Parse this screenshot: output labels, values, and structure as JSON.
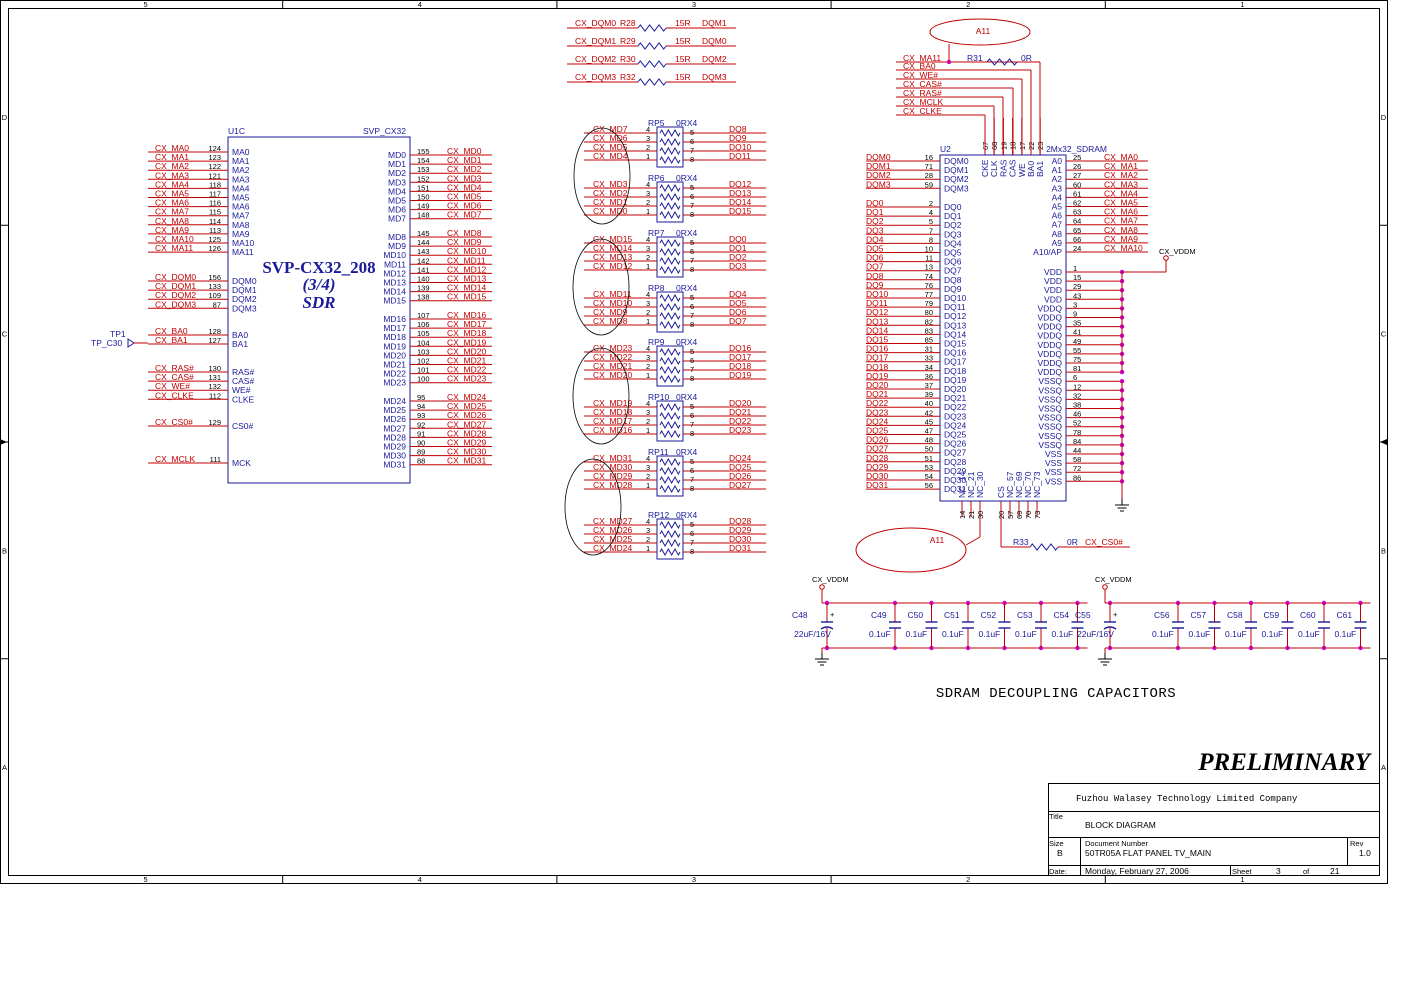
{
  "frame": {
    "cols": [
      "5",
      "4",
      "3",
      "2",
      "1"
    ],
    "rows": [
      "D",
      "C",
      "B",
      "A"
    ]
  },
  "colors": {
    "net": "#c00000",
    "part": "#1a1a9a",
    "junction": "#cc00cc"
  },
  "u1c": {
    "ref": "U1C",
    "part": "SVP_CX32",
    "title": [
      "SVP-CX32_208",
      "(3/4)",
      "SDR"
    ],
    "left_pins": [
      [
        "CX_MA0",
        "124",
        "MA0"
      ],
      [
        "CX_MA1",
        "123",
        "MA1"
      ],
      [
        "CX_MA2",
        "122",
        "MA2"
      ],
      [
        "CX_MA3",
        "121",
        "MA3"
      ],
      [
        "CX_MA4",
        "118",
        "MA4"
      ],
      [
        "CX_MA5",
        "117",
        "MA5"
      ],
      [
        "CX_MA6",
        "116",
        "MA6"
      ],
      [
        "CX_MA7",
        "115",
        "MA7"
      ],
      [
        "CX_MA8",
        "114",
        "MA8"
      ],
      [
        "CX_MA9",
        "113",
        "MA9"
      ],
      [
        "CX_MA10",
        "125",
        "MA10"
      ],
      [
        "CX_MA11",
        "126",
        "MA11"
      ],
      [
        "CX_DQM0",
        "156",
        "DQM0"
      ],
      [
        "CX_DQM1",
        "133",
        "DQM1"
      ],
      [
        "CX_DQM2",
        "109",
        "DQM2"
      ],
      [
        "CX_DQM3",
        "87",
        "DQM3"
      ],
      [
        "CX_BA0",
        "128",
        "BA0"
      ],
      [
        "CX_BA1",
        "127",
        "BA1"
      ],
      [
        "CX_RAS#",
        "130",
        "RAS#"
      ],
      [
        "CX_CAS#",
        "131",
        "CAS#"
      ],
      [
        "CX_WE#",
        "132",
        "WE#"
      ],
      [
        "CX_CLKE",
        "112",
        "CLKE"
      ],
      [
        "CX_CS0#",
        "129",
        "CS0#"
      ],
      [
        "CX_MCLK",
        "111",
        "MCK"
      ]
    ],
    "right_pins": [
      [
        "MD0",
        "155",
        "CX_MD0"
      ],
      [
        "MD1",
        "154",
        "CX_MD1"
      ],
      [
        "MD2",
        "153",
        "CX_MD2"
      ],
      [
        "MD3",
        "152",
        "CX_MD3"
      ],
      [
        "MD4",
        "151",
        "CX_MD4"
      ],
      [
        "MD5",
        "150",
        "CX_MD5"
      ],
      [
        "MD6",
        "149",
        "CX_MD6"
      ],
      [
        "MD7",
        "148",
        "CX_MD7"
      ],
      [
        "MD8",
        "145",
        "CX_MD8"
      ],
      [
        "MD9",
        "144",
        "CX_MD9"
      ],
      [
        "MD10",
        "143",
        "CX_MD10"
      ],
      [
        "MD11",
        "142",
        "CX_MD11"
      ],
      [
        "MD12",
        "141",
        "CX_MD12"
      ],
      [
        "MD13",
        "140",
        "CX_MD13"
      ],
      [
        "MD14",
        "139",
        "CX_MD14"
      ],
      [
        "MD15",
        "138",
        "CX_MD15"
      ],
      [
        "MD16",
        "107",
        "CX_MD16"
      ],
      [
        "MD17",
        "106",
        "CX_MD17"
      ],
      [
        "MD18",
        "105",
        "CX_MD18"
      ],
      [
        "MD19",
        "104",
        "CX_MD19"
      ],
      [
        "MD20",
        "103",
        "CX_MD20"
      ],
      [
        "MD21",
        "102",
        "CX_MD21"
      ],
      [
        "MD22",
        "101",
        "CX_MD22"
      ],
      [
        "MD23",
        "100",
        "CX_MD23"
      ],
      [
        "MD24",
        "95",
        "CX_MD24"
      ],
      [
        "MD25",
        "94",
        "CX_MD25"
      ],
      [
        "MD26",
        "93",
        "CX_MD26"
      ],
      [
        "MD27",
        "92",
        "CX_MD27"
      ],
      [
        "MD28",
        "91",
        "CX_MD28"
      ],
      [
        "MD29",
        "90",
        "CX_MD29"
      ],
      [
        "MD30",
        "89",
        "CX_MD30"
      ],
      [
        "MD31",
        "88",
        "CX_MD31"
      ]
    ],
    "tp": {
      "ref": "TP1",
      "net": "TP_C30"
    }
  },
  "dqm_resistors": [
    [
      "CX_DQM0",
      "R28",
      "15R",
      "DQM1"
    ],
    [
      "CX_DQM1",
      "R29",
      "15R",
      "DQM0"
    ],
    [
      "CX_DQM2",
      "R30",
      "15R",
      "DQM2"
    ],
    [
      "CX_DQM3",
      "R32",
      "15R",
      "DQM3"
    ]
  ],
  "resistor_packs": [
    {
      "ref": "RP5",
      "value": "0RX4",
      "rows": [
        [
          "CX_MD7",
          "4",
          "5",
          "DQ8"
        ],
        [
          "CX_MD6",
          "3",
          "6",
          "DQ9"
        ],
        [
          "CX_MD5",
          "2",
          "7",
          "DQ10"
        ],
        [
          "CX_MD4",
          "1",
          "8",
          "DQ11"
        ]
      ]
    },
    {
      "ref": "RP6",
      "value": "0RX4",
      "rows": [
        [
          "CX_MD3",
          "4",
          "5",
          "DQ12"
        ],
        [
          "CX_MD2",
          "3",
          "6",
          "DQ13"
        ],
        [
          "CX_MD1",
          "2",
          "7",
          "DQ14"
        ],
        [
          "CX_MD0",
          "1",
          "8",
          "DQ15"
        ]
      ]
    },
    {
      "ref": "RP7",
      "value": "0RX4",
      "rows": [
        [
          "CX_MD15",
          "4",
          "5",
          "DQ0"
        ],
        [
          "CX_MD14",
          "3",
          "6",
          "DQ1"
        ],
        [
          "CX_MD13",
          "2",
          "7",
          "DQ2"
        ],
        [
          "CX_MD12",
          "1",
          "8",
          "DQ3"
        ]
      ]
    },
    {
      "ref": "RP8",
      "value": "0RX4",
      "rows": [
        [
          "CX_MD11",
          "4",
          "5",
          "DQ4"
        ],
        [
          "CX_MD10",
          "3",
          "6",
          "DQ5"
        ],
        [
          "CX_MD9",
          "2",
          "7",
          "DQ6"
        ],
        [
          "CX_MD8",
          "1",
          "8",
          "DQ7"
        ]
      ]
    },
    {
      "ref": "RP9",
      "value": "0RX4",
      "rows": [
        [
          "CX_MD23",
          "4",
          "5",
          "DQ16"
        ],
        [
          "CX_MD22",
          "3",
          "6",
          "DQ17"
        ],
        [
          "CX_MD21",
          "2",
          "7",
          "DQ18"
        ],
        [
          "CX_MD20",
          "1",
          "8",
          "DQ19"
        ]
      ]
    },
    {
      "ref": "RP10",
      "value": "0RX4",
      "rows": [
        [
          "CX_MD19",
          "4",
          "5",
          "DQ20"
        ],
        [
          "CX_MD18",
          "3",
          "6",
          "DQ21"
        ],
        [
          "CX_MD17",
          "2",
          "7",
          "DQ22"
        ],
        [
          "CX_MD16",
          "1",
          "8",
          "DQ23"
        ]
      ]
    },
    {
      "ref": "RP11",
      "value": "0RX4",
      "rows": [
        [
          "CX_MD31",
          "4",
          "5",
          "DQ24"
        ],
        [
          "CX_MD30",
          "3",
          "6",
          "DQ25"
        ],
        [
          "CX_MD29",
          "2",
          "7",
          "DQ26"
        ],
        [
          "CX_MD28",
          "1",
          "8",
          "DQ27"
        ]
      ]
    },
    {
      "ref": "RP12",
      "value": "0RX4",
      "rows": [
        [
          "CX_MD27",
          "4",
          "5",
          "DQ28"
        ],
        [
          "CX_MD26",
          "3",
          "6",
          "DQ29"
        ],
        [
          "CX_MD25",
          "2",
          "7",
          "DQ30"
        ],
        [
          "CX_MD24",
          "1",
          "8",
          "DQ31"
        ]
      ]
    }
  ],
  "u2": {
    "ref": "U2",
    "part": "2Mx32_SDRAM",
    "left_pins": [
      [
        "DQM0",
        "16",
        "DQM0"
      ],
      [
        "DQM1",
        "71",
        "DQM1"
      ],
      [
        "DQM2",
        "28",
        "DQM2"
      ],
      [
        "DQM3",
        "59",
        "DQM3"
      ],
      [
        "DQ0",
        "2",
        "DQ0"
      ],
      [
        "DQ1",
        "4",
        "DQ1"
      ],
      [
        "DQ2",
        "5",
        "DQ2"
      ],
      [
        "DQ3",
        "7",
        "DQ3"
      ],
      [
        "DQ4",
        "8",
        "DQ4"
      ],
      [
        "DQ5",
        "10",
        "DQ5"
      ],
      [
        "DQ6",
        "11",
        "DQ6"
      ],
      [
        "DQ7",
        "13",
        "DQ7"
      ],
      [
        "DQ8",
        "74",
        "DQ8"
      ],
      [
        "DQ9",
        "76",
        "DQ9"
      ],
      [
        "DQ10",
        "77",
        "DQ10"
      ],
      [
        "DQ11",
        "79",
        "DQ11"
      ],
      [
        "DQ12",
        "80",
        "DQ12"
      ],
      [
        "DQ13",
        "82",
        "DQ13"
      ],
      [
        "DQ14",
        "83",
        "DQ14"
      ],
      [
        "DQ15",
        "85",
        "DQ15"
      ],
      [
        "DQ16",
        "31",
        "DQ16"
      ],
      [
        "DQ17",
        "33",
        "DQ17"
      ],
      [
        "DQ18",
        "34",
        "DQ18"
      ],
      [
        "DQ19",
        "36",
        "DQ19"
      ],
      [
        "DQ20",
        "37",
        "DQ20"
      ],
      [
        "DQ21",
        "39",
        "DQ21"
      ],
      [
        "DQ22",
        "40",
        "DQ22"
      ],
      [
        "DQ23",
        "42",
        "DQ23"
      ],
      [
        "DQ24",
        "45",
        "DQ24"
      ],
      [
        "DQ25",
        "47",
        "DQ25"
      ],
      [
        "DQ26",
        "48",
        "DQ26"
      ],
      [
        "DQ27",
        "50",
        "DQ27"
      ],
      [
        "DQ28",
        "51",
        "DQ28"
      ],
      [
        "DQ29",
        "53",
        "DQ29"
      ],
      [
        "DQ30",
        "54",
        "DQ30"
      ],
      [
        "DQ31",
        "56",
        "DQ31"
      ]
    ],
    "right_pins": [
      [
        "A0",
        "25",
        "CX_MA0"
      ],
      [
        "A1",
        "26",
        "CX_MA1"
      ],
      [
        "A2",
        "27",
        "CX_MA2"
      ],
      [
        "A3",
        "60",
        "CX_MA3"
      ],
      [
        "A4",
        "61",
        "CX_MA4"
      ],
      [
        "A5",
        "62",
        "CX_MA5"
      ],
      [
        "A6",
        "63",
        "CX_MA6"
      ],
      [
        "A7",
        "64",
        "CX_MA7"
      ],
      [
        "A8",
        "65",
        "CX_MA8"
      ],
      [
        "A9",
        "66",
        "CX_MA9"
      ],
      [
        "A10/AP",
        "24",
        "CX_MA10"
      ],
      [
        "VDD",
        "1",
        ""
      ],
      [
        "VDD",
        "15",
        ""
      ],
      [
        "VDD",
        "29",
        ""
      ],
      [
        "VDD",
        "43",
        ""
      ],
      [
        "VDDQ",
        "3",
        ""
      ],
      [
        "VDDQ",
        "9",
        ""
      ],
      [
        "VDDQ",
        "35",
        ""
      ],
      [
        "VDDQ",
        "41",
        ""
      ],
      [
        "VDDQ",
        "49",
        ""
      ],
      [
        "VDDQ",
        "55",
        ""
      ],
      [
        "VDDQ",
        "75",
        ""
      ],
      [
        "VDDQ",
        "81",
        ""
      ],
      [
        "VSSQ",
        "6",
        ""
      ],
      [
        "VSSQ",
        "12",
        ""
      ],
      [
        "VSSQ",
        "32",
        ""
      ],
      [
        "VSSQ",
        "38",
        ""
      ],
      [
        "VSSQ",
        "46",
        ""
      ],
      [
        "VSSQ",
        "52",
        ""
      ],
      [
        "VSSQ",
        "78",
        ""
      ],
      [
        "VSSQ",
        "84",
        ""
      ],
      [
        "VSS",
        "44",
        ""
      ],
      [
        "VSS",
        "58",
        ""
      ],
      [
        "VSS",
        "72",
        ""
      ],
      [
        "VSS",
        "86",
        ""
      ]
    ],
    "top_pins": [
      [
        "CKE",
        "67"
      ],
      [
        "CLK",
        "68"
      ],
      [
        "RAS",
        "19"
      ],
      [
        "CAS",
        "18"
      ],
      [
        "WE",
        "17"
      ],
      [
        "BA0",
        "22"
      ],
      [
        "BA1",
        "23"
      ]
    ],
    "bottom_pins": [
      [
        "NC_14",
        "14"
      ],
      [
        "NC_21",
        "21"
      ],
      [
        "NC_30",
        "30"
      ],
      [
        "CS",
        "20"
      ],
      [
        "NC_57",
        "57"
      ],
      [
        "NC_69",
        "69"
      ],
      [
        "NC_70",
        "70"
      ],
      [
        "NC_73",
        "73"
      ]
    ],
    "top_nets": [
      "CX_MA11",
      "CX_BA0",
      "CX_WE#",
      "CX_CAS#",
      "CX_RAS#",
      "CX_MCLK",
      "CX_CLKE"
    ],
    "r31": {
      "ref": "R31",
      "value": "0R"
    },
    "r33": {
      "ref": "R33",
      "value": "0R",
      "net": "CX_CS0#"
    },
    "tag_top": "A11",
    "tag_bottom": "A11",
    "vdd_net": "CX_VDDM"
  },
  "caps": {
    "vdd_net": "CX_VDDM",
    "group1": [
      [
        "C48",
        "22uF/16V"
      ],
      [
        "C49",
        "0.1uF"
      ],
      [
        "C50",
        "0.1uF"
      ],
      [
        "C51",
        "0.1uF"
      ],
      [
        "C52",
        "0.1uF"
      ],
      [
        "C53",
        "0.1uF"
      ],
      [
        "C54",
        "0.1uF"
      ]
    ],
    "group2": [
      [
        "C55",
        "22uF/16V"
      ],
      [
        "C56",
        "0.1uF"
      ],
      [
        "C57",
        "0.1uF"
      ],
      [
        "C58",
        "0.1uF"
      ],
      [
        "C59",
        "0.1uF"
      ],
      [
        "C60",
        "0.1uF"
      ],
      [
        "C61",
        "0.1uF"
      ]
    ],
    "title": "SDRAM DECOUPLING CAPACITORS"
  },
  "stamp": "PRELIMINARY",
  "title_block": {
    "company": "Fuzhou Walasey Technology Limited Company",
    "title_label": "Title",
    "title": "BLOCK DIAGRAM",
    "size_label": "Size",
    "size": "B",
    "doc_label": "Document Number",
    "doc": "50TR05A FLAT PANEL TV_MAIN",
    "rev_label": "Rev",
    "rev": "1.0",
    "date_label": "Date:",
    "date": "Monday, February 27, 2006",
    "sheet_label": "Sheet",
    "sheet": "3",
    "of_label": "of",
    "total": "21"
  }
}
